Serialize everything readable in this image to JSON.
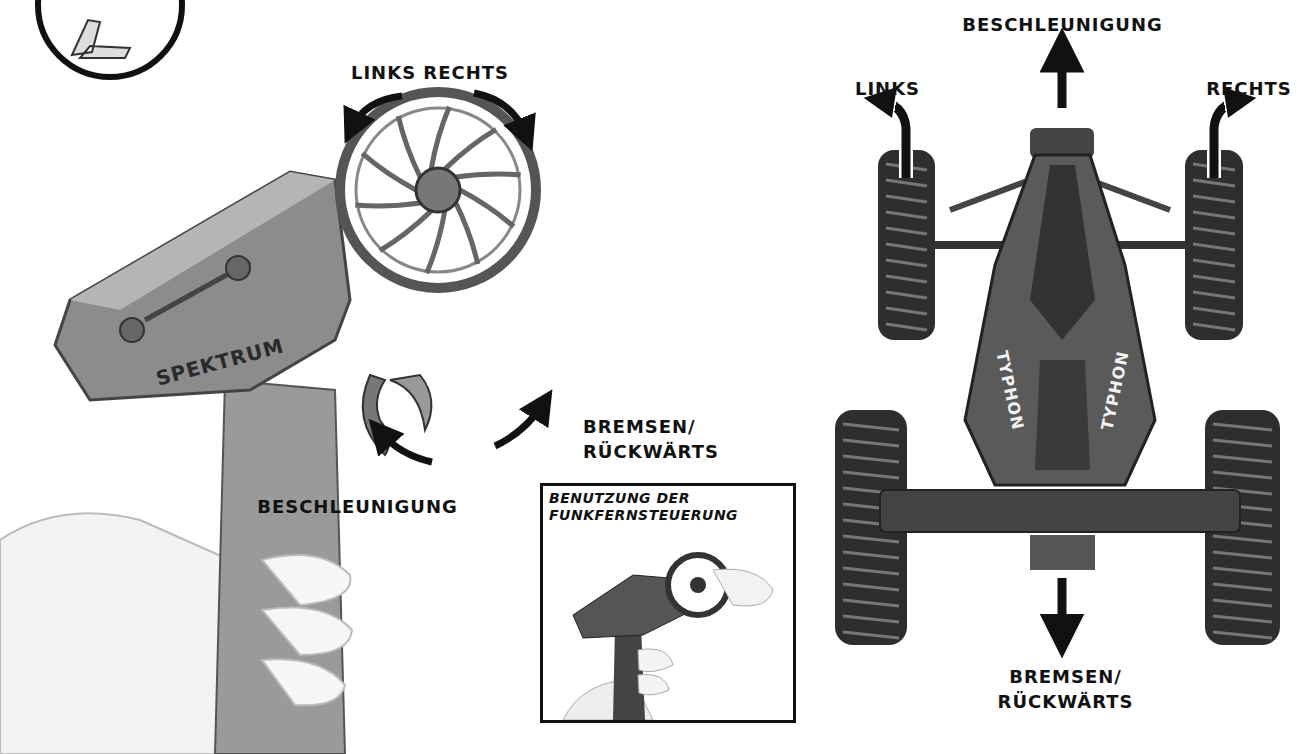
{
  "diagram": {
    "nodes": [
      {
        "text": [
          "BENUTZUNG DER FUNKFERNSTEUERUNG"
        ]
      }
    ],
    "labels": [
      "BESCHLEUNIGUNG",
      "LINKS RECHTS",
      "LINKS",
      "RECHTS",
      "SPEKTRUM",
      "TYPHON",
      "TYPHON",
      "BREMSEN/ RÜCKWÄRTS",
      "BESCHLEUNIGUNG",
      "BREMSEN/ RÜCKWÄRTS"
    ]
  }
}
